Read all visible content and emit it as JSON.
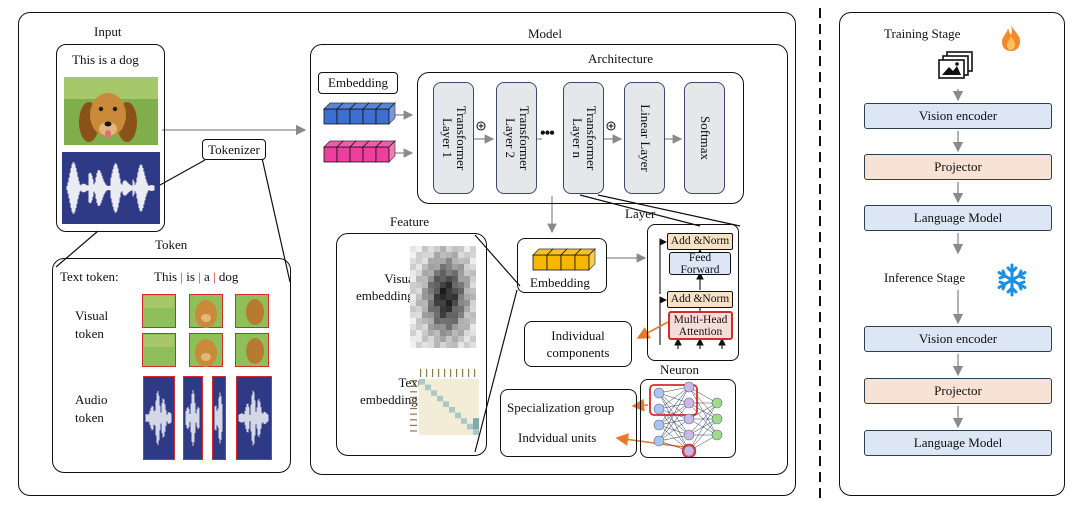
{
  "input": {
    "title": "Input",
    "caption": "This is a dog"
  },
  "tokenizer": "Tokenizer",
  "token": {
    "title": "Token",
    "text_prefix": "Text token:",
    "words": [
      "This",
      "is",
      "a",
      "dog"
    ],
    "sep": "|",
    "visual_label": "Visual\ntoken",
    "audio_label": "Audio\ntoken"
  },
  "model": {
    "title": "Model",
    "embedding_label": "Embedding",
    "architecture": {
      "title": "Architecture",
      "layers": [
        "Transformer\nLayer 1",
        "Transformer\nLayer 2",
        "Transformer\nLayer n",
        "Linear Layer",
        "Softmax"
      ],
      "ellipsis": "•••"
    },
    "feature": {
      "title": "Feature",
      "visual": "Visual\nembedding:",
      "text": "Text\nembedding:"
    },
    "embedding_box": "Embedding",
    "layer": {
      "title": "Layer",
      "add_norm": "Add &Norm",
      "feed_forward": "Feed\nForward",
      "attention": "Multi-Head\nAttention"
    },
    "individual_components": "Individual\ncomponents",
    "neuron": {
      "title": "Neuron",
      "group": "Specialization group",
      "units": "Indvidual units"
    }
  },
  "training": {
    "title": "Training Stage",
    "steps": [
      "Vision encoder",
      "Projector",
      "Language Model"
    ]
  },
  "inference": {
    "title": "Inference Stage",
    "steps": [
      "Vision encoder",
      "Projector",
      "Language Model"
    ]
  },
  "colors": {
    "embed_blue": "#3d6fd1",
    "embed_pink": "#ee3f9f",
    "embed_yellow": "#f5b700",
    "accent_orange": "#e8792c",
    "audio_navy": "#2f3a86",
    "token_red": "#d62b2b"
  }
}
